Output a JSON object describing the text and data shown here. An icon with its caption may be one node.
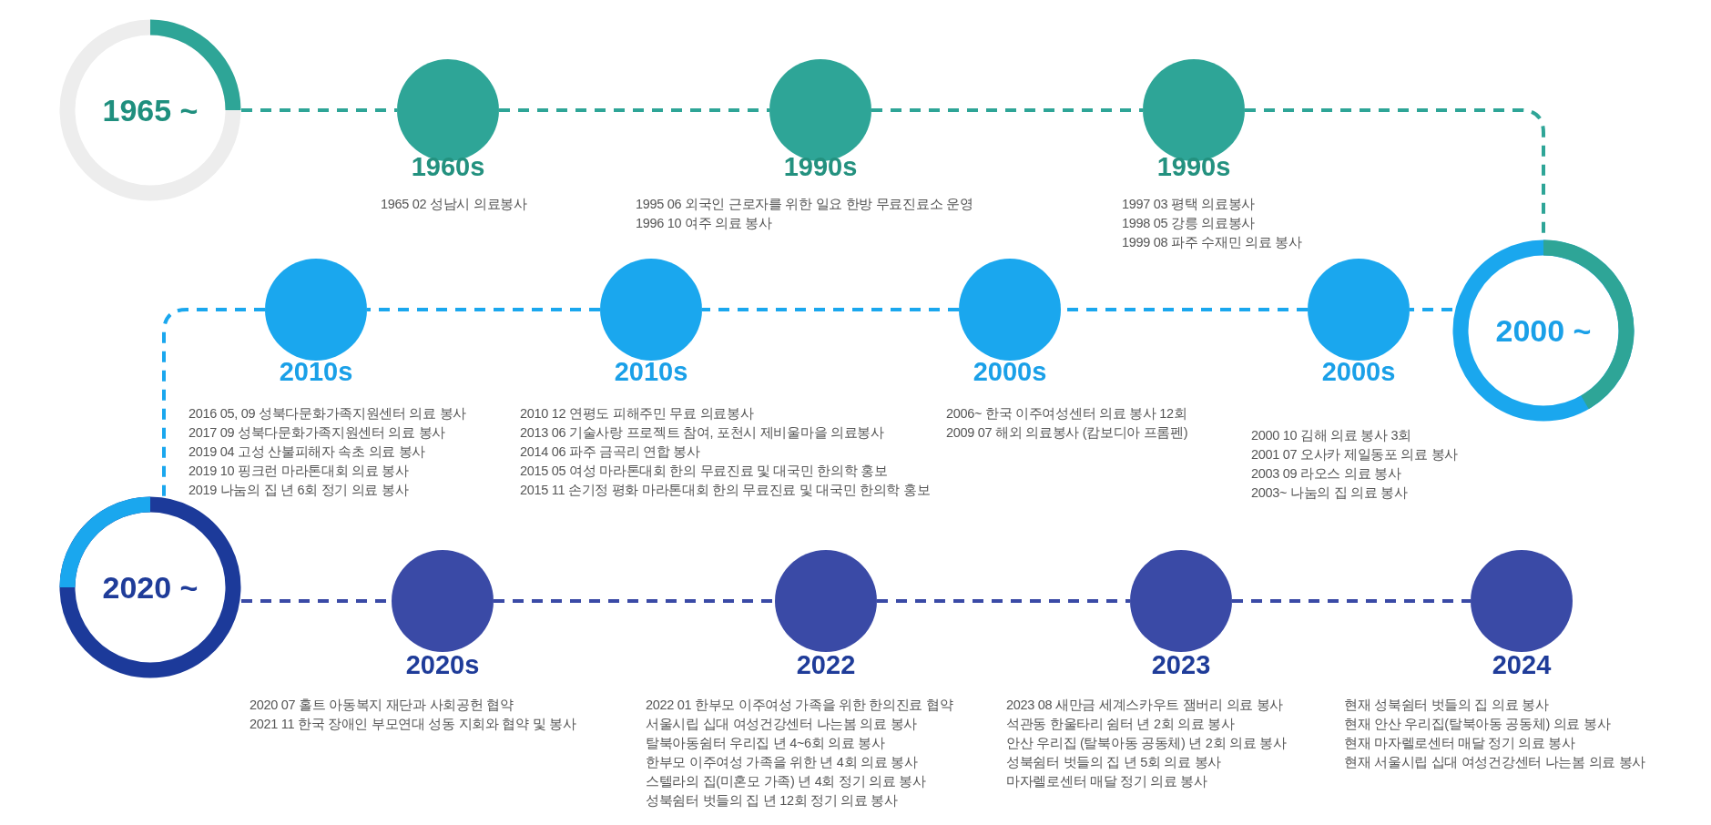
{
  "diagram": {
    "nodes": [
      {
        "text": [
          "1965 ~"
        ]
      },
      {
        "text": [],
        "shape": "circle",
        "beside": [
          "1960s",
          "1965 02 성남시 의료봉사"
        ]
      },
      {
        "text": [],
        "shape": "circle",
        "beside": [
          "1990s",
          "1995 06 외국인 근로자를 위한 일요 한방 무료진료소 운영",
          "1996 10 여주 의료 봉사"
        ]
      },
      {
        "text": [],
        "shape": "circle",
        "beside": [
          "1990s",
          "1997 03 평택 의료봉사",
          "1998 05 강릉 의료봉사",
          "1999 08 파주 수재민 의료 봉사"
        ]
      },
      {
        "text": [],
        "shape": "circle",
        "beside": [
          "2010s",
          "2016 05, 09 성북다문화가족지원센터 의료 봉사",
          "2017 09 성북다문화가족지원센터 의료 봉사",
          "2019 04 고성 산불피해자 속초 의료 봉사",
          "2019 10 핑크런 마라톤대회 의료 봉사",
          "2019 나눔의 집 년 6회 정기 의료 봉사"
        ]
      },
      {
        "text": [],
        "shape": "circle",
        "beside": [
          "2010s",
          "2010 12 연평도 피해주민 무료 의료봉사",
          "2013 06 기술사랑 프로젝트 참여, 포천시 제비울마을 의료봉사",
          "2014 06 파주 금곡리 연합 봉사",
          "2015 05 여성 마라톤대회 한의 무료진료 및 대국민 한의학 홍보",
          "2015 11 손기정 평화 마라톤대회 한의 무료진료 및 대국민 한의학 홍보"
        ]
      },
      {
        "text": [],
        "shape": "circle",
        "beside": [
          "2000s",
          "2006~ 한국 이주여성센터 의료 봉사 12회",
          "2009 07 해외 의료봉사 (캄보디아 프롬펜)"
        ]
      },
      {
        "text": [],
        "shape": "circle",
        "beside": [
          "2000s",
          "2000 10 김해 의료 봉사 3회",
          "2001 07 오사카 제일동포 의료 봉사",
          "2003 09 라오스 의료 봉사",
          "2003~ 나눔의 집 의료 봉사"
        ]
      },
      {
        "text": [
          "2000 ~"
        ]
      },
      {
        "text": [
          "2020 ~"
        ]
      },
      {
        "text": [],
        "shape": "circle",
        "beside": [
          "2020s",
          "2020 07 홀트 아동복지 재단과 사회공헌 협약",
          "2021 11 한국 장애인 부모연대 성동 지회와 협약 및 봉사"
        ]
      },
      {
        "text": [],
        "shape": "circle",
        "beside": [
          "2022",
          "2022 01 한부모 이주여성 가족을 위한 한의진료 협약",
          "서울시립 십대 여성건강센터 나는봄 의료 봉사",
          "탈북아동쉼터 우리집 년 4~6회 의료 봉사",
          "한부모 이주여성 가족을 위한 년 4회 의료 봉사",
          "스텔라의 집(미혼모 가족) 년 4회 정기 의료 봉사",
          "성북쉼터 벗들의 집 년 12회 정기 의료 봉사"
        ]
      },
      {
        "text": [],
        "shape": "circle",
        "beside": [
          "2023",
          "2023 08 새만금 세계스카우트 잼버리 의료 봉사",
          "석관동 한울타리 쉼터 년 2회 의료 봉사",
          "안산 우리집 (탈북아동 공동체) 년 2회 의료 봉사",
          "성북쉼터 벗들의 집 년 5회 의료 봉사",
          "마자렐로센터 매달 정기 의료 봉사"
        ]
      },
      {
        "text": [],
        "shape": "circle",
        "beside": [
          "2024",
          "현재 성북쉼터 벗들의 집 의료 봉사",
          "현재 안산 우리집(탈북아동 공동체) 의료 봉사",
          "현재 마자렐로센터 매달 정기 의료 봉사",
          "현재 서울시립 십대 여성건강센터 나는봄 의료 봉사"
        ]
      }
    ],
    "edges": [
      {
        "from": 0,
        "to": 1,
        "arrow": "none",
        "style": "dashed",
        "color": "#2ea597"
      },
      {
        "from": 1,
        "to": 2,
        "arrow": "none",
        "style": "dashed",
        "color": "#2ea597"
      },
      {
        "from": 2,
        "to": 3,
        "arrow": "none",
        "style": "dashed",
        "color": "#2ea597"
      },
      {
        "from": 3,
        "to": 8,
        "arrow": "none",
        "style": "dashed",
        "color": "#2ea597"
      },
      {
        "from": 8,
        "to": 7,
        "arrow": "none",
        "style": "dashed",
        "color": "#1aa7ee"
      },
      {
        "from": 7,
        "to": 6,
        "arrow": "none",
        "style": "dashed",
        "color": "#1aa7ee"
      },
      {
        "from": 6,
        "to": 5,
        "arrow": "none",
        "style": "dashed",
        "color": "#1aa7ee"
      },
      {
        "from": 5,
        "to": 4,
        "arrow": "none",
        "style": "dashed",
        "color": "#1aa7ee"
      },
      {
        "from": 4,
        "to": 9,
        "arrow": "none",
        "style": "dashed",
        "color": "#1aa7ee"
      },
      {
        "from": 9,
        "to": 10,
        "arrow": "none",
        "style": "dashed",
        "color": "#3a4aa6"
      },
      {
        "from": 10,
        "to": 11,
        "arrow": "none",
        "style": "dashed",
        "color": "#3a4aa6"
      },
      {
        "from": 11,
        "to": 12,
        "arrow": "none",
        "style": "dashed",
        "color": "#3a4aa6"
      },
      {
        "from": 12,
        "to": 13,
        "arrow": "none",
        "style": "dashed",
        "color": "#3a4aa6"
      }
    ]
  }
}
